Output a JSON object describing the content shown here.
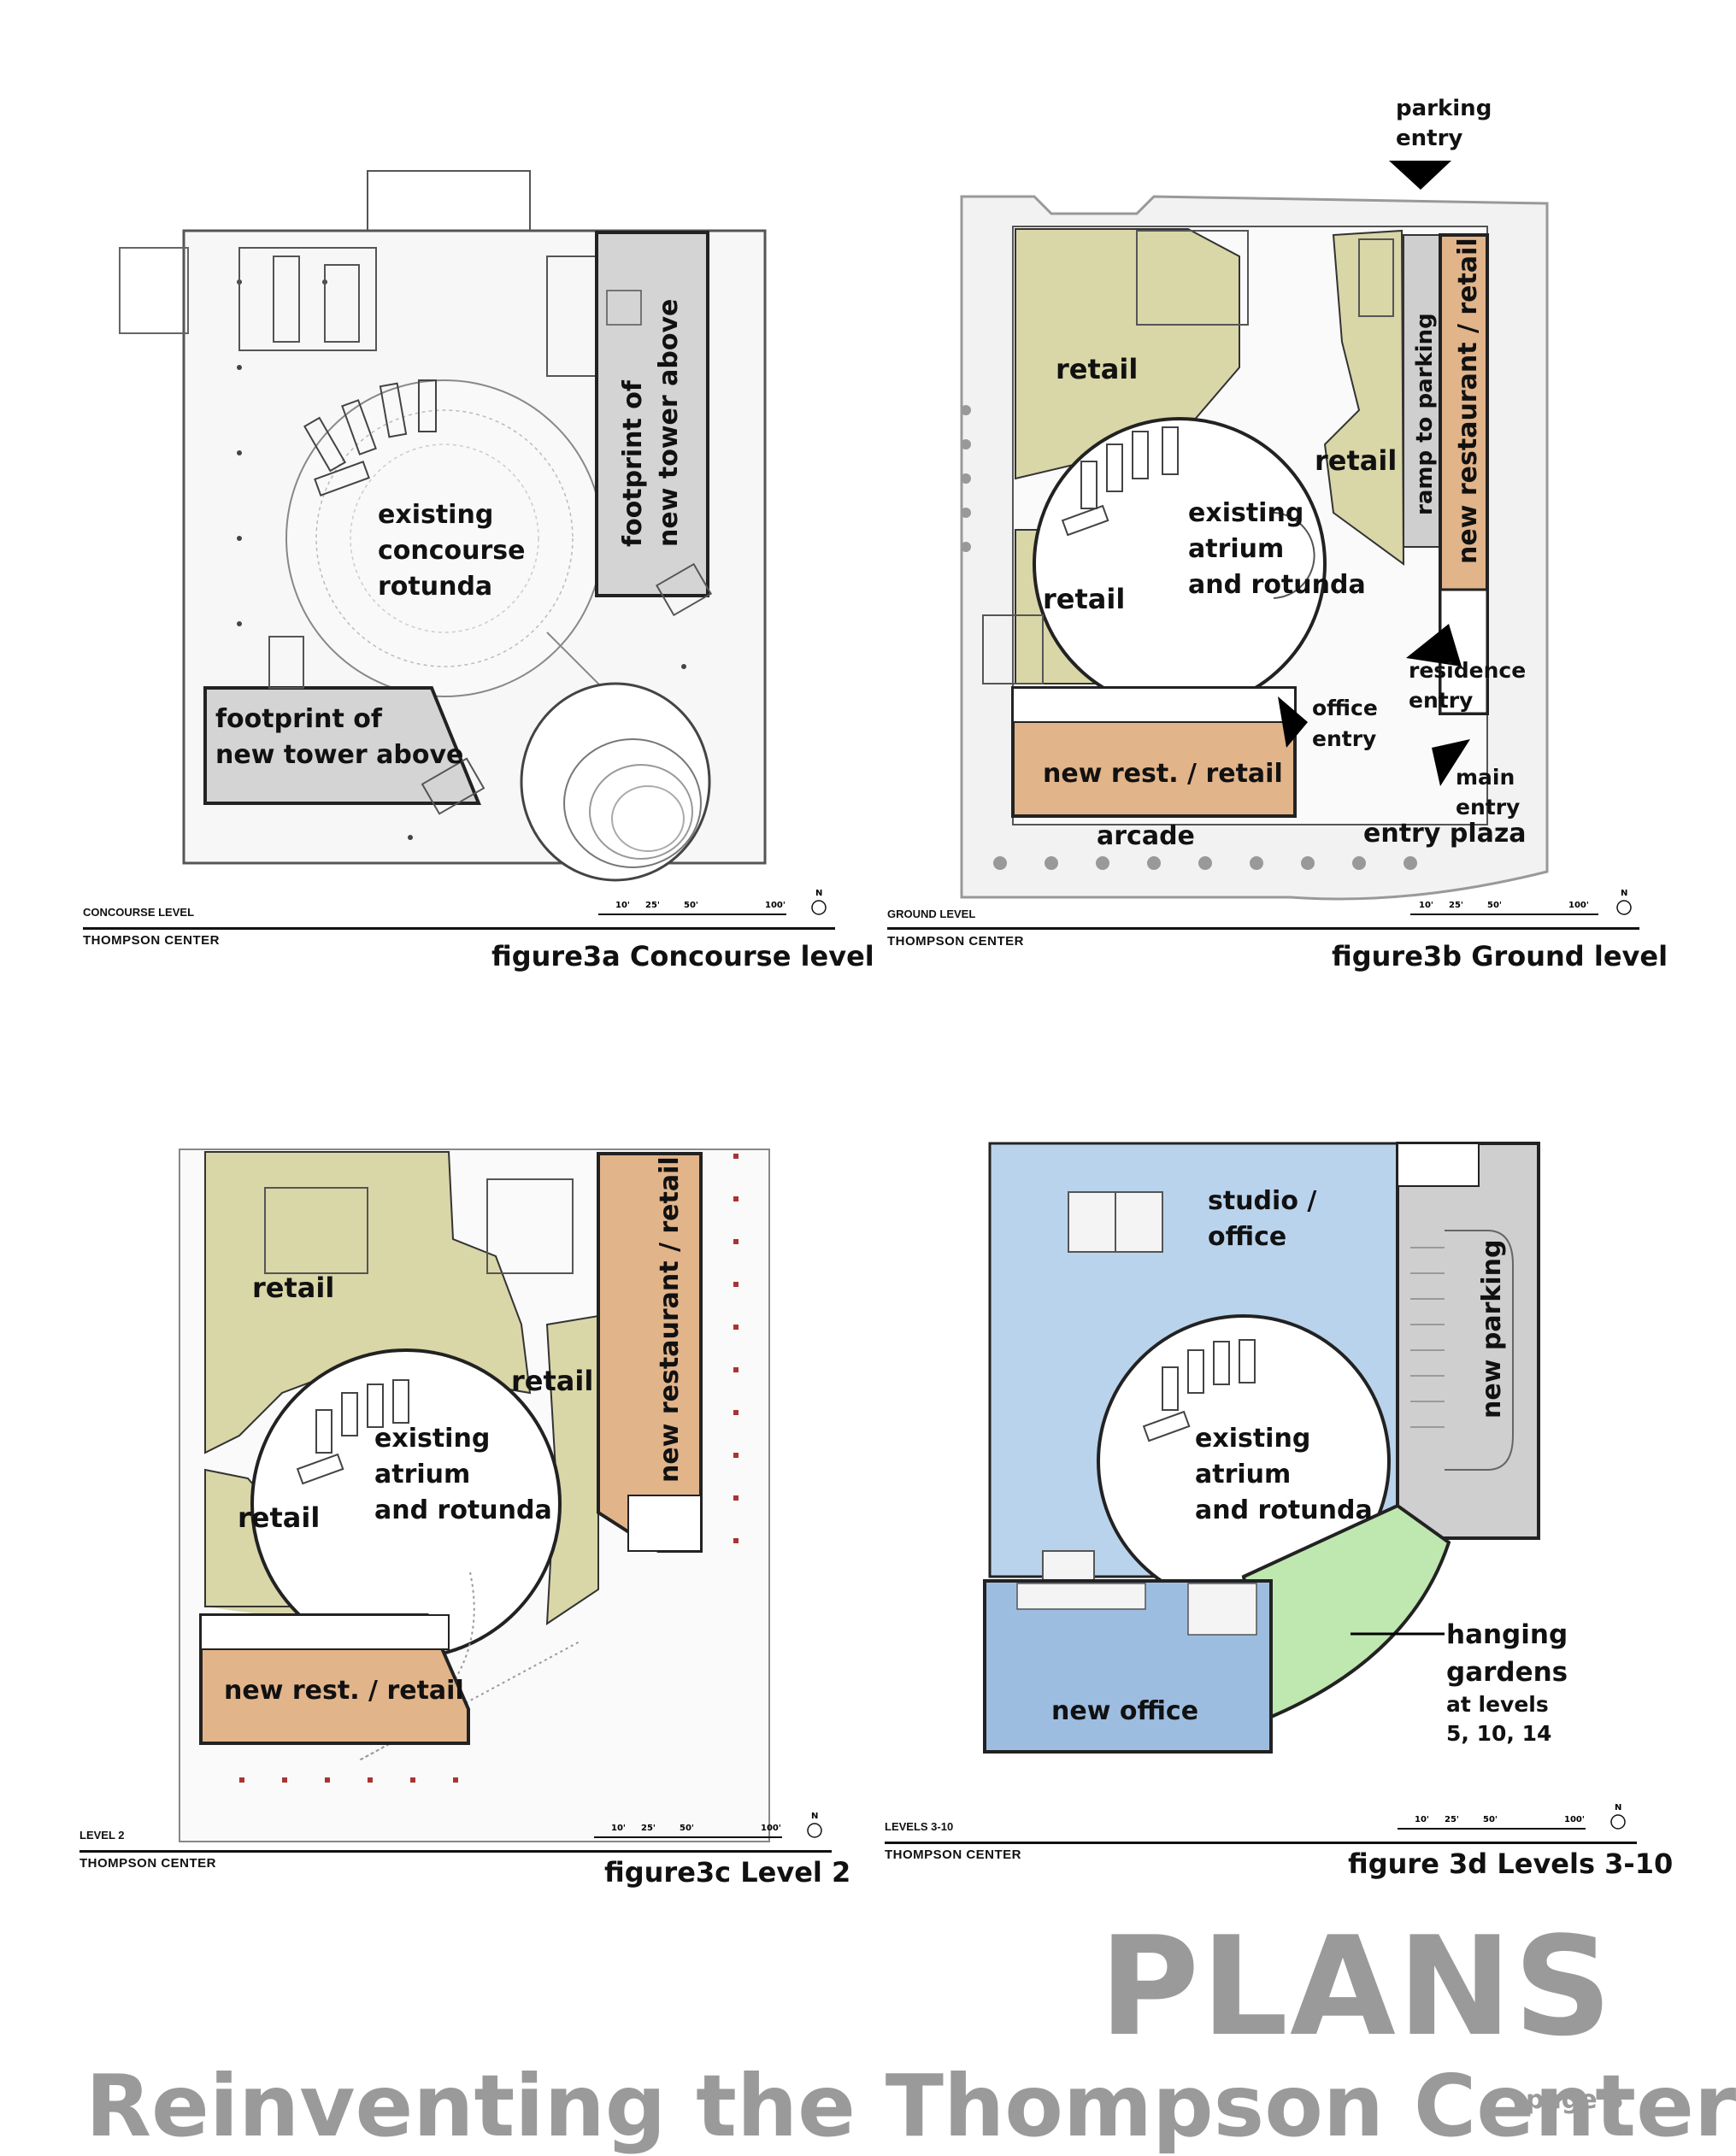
{
  "colors": {
    "retail": "#d9d6a8",
    "new_retail": "#e2b48a",
    "tower": "#d4d4d4",
    "office": "#b9d3ec",
    "new_office": "#9dbde0",
    "gardens": "#bfe7b0",
    "parking": "#cfcfcf",
    "title_gray": "#9a9a9a"
  },
  "fig3a": {
    "level_label": "CONCOURSE LEVEL",
    "center_label": "THOMPSON CENTER",
    "caption": "figure3a  Concourse level",
    "rotunda_label": [
      "existing",
      "concourse",
      "rotunda"
    ],
    "tower_label_right": [
      "footprint of",
      "new tower above"
    ],
    "tower_label_left": [
      "footprint of",
      "new tower above"
    ]
  },
  "fig3b": {
    "level_label": "GROUND LEVEL",
    "center_label": "THOMPSON CENTER",
    "caption": "figure3b  Ground level",
    "parking_entry": [
      "parking",
      "entry"
    ],
    "retail_nw": "retail",
    "retail_e": "retail",
    "retail_w": "retail",
    "rotunda_label": [
      "existing",
      "atrium",
      "and rotunda"
    ],
    "ramp": "ramp to parking",
    "new_restaurant": "new restaurant / retail",
    "residence_entry": [
      "residence",
      "entry"
    ],
    "office_entry": [
      "office",
      "entry"
    ],
    "main_entry": [
      "main",
      "entry"
    ],
    "new_rest": "new rest. / retail",
    "arcade": "arcade",
    "entry_plaza": "entry plaza"
  },
  "fig3c": {
    "level_label": "LEVEL 2",
    "center_label": "THOMPSON CENTER",
    "caption": "figure3c  Level 2",
    "retail_nw": "retail",
    "retail_e": "retail",
    "retail_w": "retail",
    "rotunda_label": [
      "existing",
      "atrium",
      "and rotunda"
    ],
    "new_restaurant": "new restaurant / retail",
    "new_rest": "new rest. / retail"
  },
  "fig3d": {
    "level_label": "LEVELS 3-10",
    "center_label": "THOMPSON CENTER",
    "caption": "figure 3d  Levels 3-10",
    "studio_office": [
      "studio /",
      "office"
    ],
    "rotunda_label": [
      "existing",
      "atrium",
      "and rotunda"
    ],
    "new_parking": "new parking",
    "hanging_gardens": [
      "hanging",
      "gardens"
    ],
    "gardens_levels": [
      "at levels",
      "5, 10, 14"
    ],
    "new_office": "new office"
  },
  "scale_ticks": [
    "10'",
    "25'",
    "50'",
    "100'"
  ],
  "north": "N",
  "footer": {
    "plans": "PLANS",
    "title": "Reinventing  the Thompson  Center",
    "page": "page 3"
  }
}
